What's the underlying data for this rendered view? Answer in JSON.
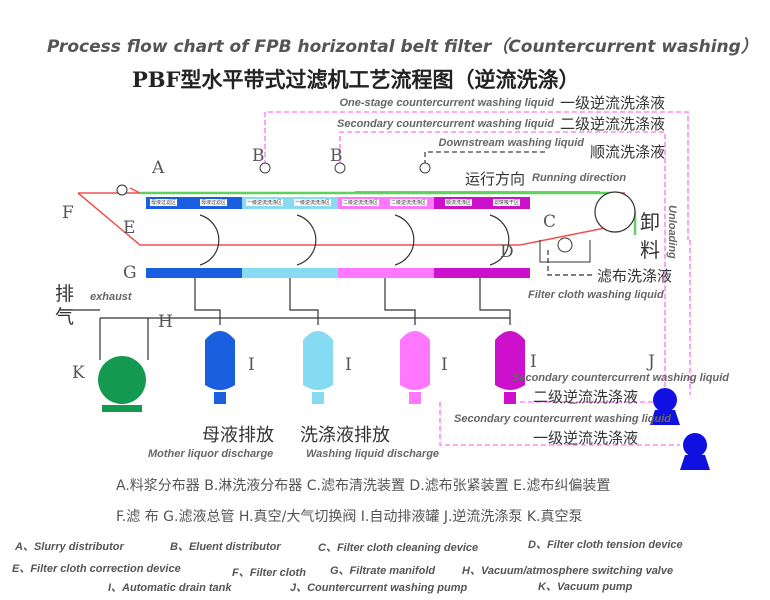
{
  "title_en": "Process flow chart of  FPB horizontal belt filter（Countercurrent washing）",
  "title_cn": "PBF型水平带式过滤机工艺流程图（逆流洗涤）",
  "flows": {
    "one_stage_en": "One-stage countercurrent washing liquid",
    "one_stage_cn": "一级逆流洗涤液",
    "secondary_en": "Secondary countercurrent washing liquid",
    "secondary_cn": "二级逆流洗涤液",
    "downstream_en": "Downstream washing liquid",
    "downstream_cn": "顺流洗涤液",
    "running_cn": "运行方向",
    "running_en": "Running direction",
    "unloading_cn1": "卸",
    "unloading_cn2": "料",
    "unloading_en": "Unloading",
    "cloth_wash_cn": "滤布洗涤液",
    "cloth_wash_en": "Filter cloth washing liquid",
    "exhaust_cn1": "排",
    "exhaust_cn2": "气",
    "exhaust_en": "exhaust",
    "sec_pump_en": "Secondary countercurrent washing liquid",
    "sec_pump_cn": "二级逆流洗涤液",
    "sec_pump2_en": "Secondary countercurrent washing liquid",
    "first_pump_cn": "一级逆流洗涤液",
    "mother_cn": "母液排放",
    "mother_en": "Mother liquor discharge",
    "wash_cn": "洗涤液排放",
    "wash_en": "Washing liquid discharge"
  },
  "zones": [
    "母液过滤区",
    "母液过滤区",
    "一级逆流洗涤区",
    "一级逆流洗涤区",
    "二级逆流洗涤区",
    "二级逆流洗涤区",
    "顺流洗涤区",
    "滤饼吸干区"
  ],
  "letters": {
    "A": "A",
    "B1": "B",
    "B2": "B",
    "C": "C",
    "D": "D",
    "E": "E",
    "F": "F",
    "G": "G",
    "H": "H",
    "K": "K",
    "I1": "I",
    "I2": "I",
    "I3": "I",
    "I4": "I",
    "J": "J"
  },
  "legend_cn": {
    "line1": "A.料浆分布器 B.淋洗液分布器 C.滤布清洗装置  D.滤布张紧装置 E.滤布纠偏装置",
    "line2": "F.滤 布 G.滤液总管 H.真空/大气切换阀 I.自动排液罐 J.逆流洗涤泵 K.真空泵"
  },
  "legend_en": [
    "A、Slurry distributor",
    "B、Eluent distributor",
    "C、Filter cloth cleaning device",
    "D、Filter cloth tension device",
    "E、Filter cloth correction device",
    "F、Filter cloth",
    "G、Filtrate manifold",
    "H、Vacuum/atmosphere switching valve",
    "I、Automatic drain tank",
    "J、Countercurrent washing pump",
    "K、Vacuum pump"
  ],
  "colors": {
    "blue": "#1a5fe0",
    "lightblue": "#86daf2",
    "pink": "#ff78ff",
    "purple": "#cc10cc",
    "belt_red": "#f05050",
    "belt_green": "#60d060",
    "pump": "#1010e0"
  }
}
